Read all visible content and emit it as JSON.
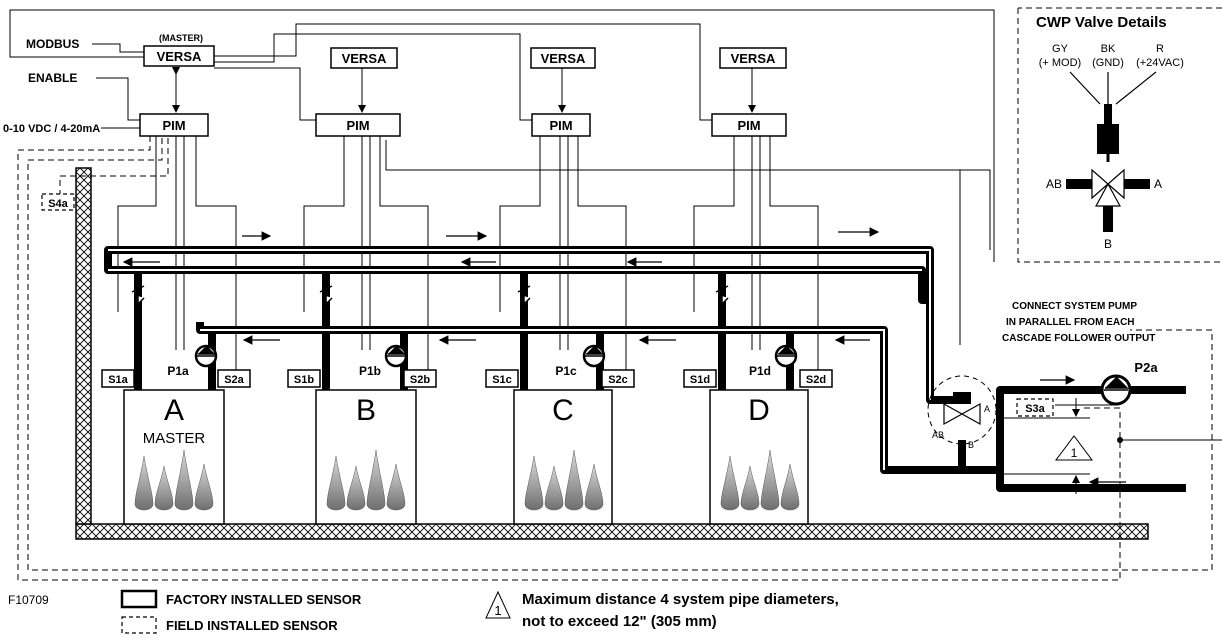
{
  "labels": {
    "modbus": "MODBUS",
    "master_tag": "(MASTER)",
    "enable": "ENABLE",
    "signal": "0-10 VDC / 4-20mA",
    "versa": "VERSA",
    "pim": "PIM",
    "connect_note": [
      "CONNECT SYSTEM PUMP",
      "IN PARALLEL FROM EACH",
      "CASCADE FOLLOWER OUTPUT"
    ],
    "figure_id": "F10709"
  },
  "boilers": [
    {
      "letter": "A",
      "sub": "MASTER",
      "s1": "S1a",
      "s2": "S2a",
      "pump": "P1a"
    },
    {
      "letter": "B",
      "sub": "",
      "s1": "S1b",
      "s2": "S2b",
      "pump": "P1b"
    },
    {
      "letter": "C",
      "sub": "",
      "s1": "S1c",
      "s2": "S2c",
      "pump": "P1c"
    },
    {
      "letter": "D",
      "sub": "",
      "s1": "S1d",
      "s2": "S2d",
      "pump": "P1d"
    }
  ],
  "sensors": {
    "s4a": "S4a",
    "s3a": "S3a"
  },
  "system_pump": "P2a",
  "valve_details": {
    "title": "CWP Valve Details",
    "wires": [
      {
        "color": "GY",
        "desc": "(+ MOD)"
      },
      {
        "color": "BK",
        "desc": "(GND)"
      },
      {
        "color": "R",
        "desc": "(+24VAC)"
      }
    ],
    "ports": {
      "ab": "AB",
      "a": "A",
      "b": "B"
    }
  },
  "legend": {
    "factory": "FACTORY INSTALLED SENSOR",
    "field": "FIELD INSTALLED SENSOR",
    "note_number": "1",
    "note_line1": "Maximum distance 4 system pipe diameters,",
    "note_line2": "not to exceed 12\" (305 mm)"
  }
}
